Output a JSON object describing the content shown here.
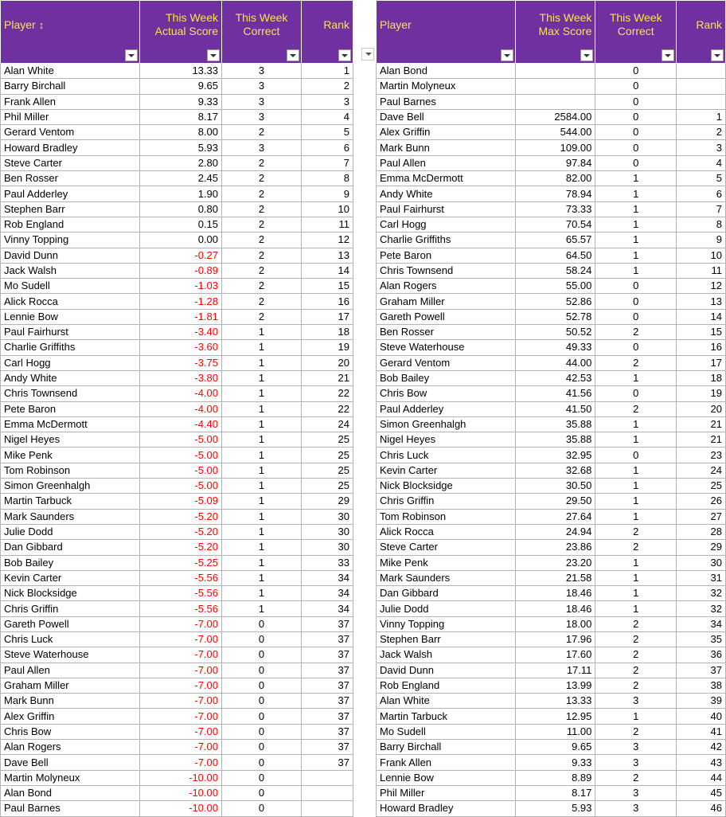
{
  "left_table": {
    "headers": [
      {
        "label": "Player",
        "sort_icon": "↕",
        "align": "l"
      },
      {
        "label": "This Week Actual Score",
        "align": "r"
      },
      {
        "label": "This Week Correct",
        "align": "c"
      },
      {
        "label": "Rank",
        "align": "r"
      }
    ],
    "rows": [
      [
        "Alan White",
        "13.33",
        "3",
        "1"
      ],
      [
        "Barry Birchall",
        "9.65",
        "3",
        "2"
      ],
      [
        "Frank Allen",
        "9.33",
        "3",
        "3"
      ],
      [
        "Phil Miller",
        "8.17",
        "3",
        "4"
      ],
      [
        "Gerard Ventom",
        "8.00",
        "2",
        "5"
      ],
      [
        "Howard Bradley",
        "5.93",
        "3",
        "6"
      ],
      [
        "Steve Carter",
        "2.80",
        "2",
        "7"
      ],
      [
        "Ben Rosser",
        "2.45",
        "2",
        "8"
      ],
      [
        "Paul Adderley",
        "1.90",
        "2",
        "9"
      ],
      [
        "Stephen Barr",
        "0.80",
        "2",
        "10"
      ],
      [
        "Rob England",
        "0.15",
        "2",
        "11"
      ],
      [
        "Vinny Topping",
        "0.00",
        "2",
        "12"
      ],
      [
        "David Dunn",
        "-0.27",
        "2",
        "13"
      ],
      [
        "Jack Walsh",
        "-0.89",
        "2",
        "14"
      ],
      [
        "Mo Sudell",
        "-1.03",
        "2",
        "15"
      ],
      [
        "Alick Rocca",
        "-1.28",
        "2",
        "16"
      ],
      [
        "Lennie Bow",
        "-1.81",
        "2",
        "17"
      ],
      [
        "Paul Fairhurst",
        "-3.40",
        "1",
        "18"
      ],
      [
        "Charlie Griffiths",
        "-3.60",
        "1",
        "19"
      ],
      [
        "Carl Hogg",
        "-3.75",
        "1",
        "20"
      ],
      [
        "Andy White",
        "-3.80",
        "1",
        "21"
      ],
      [
        "Chris Townsend",
        "-4.00",
        "1",
        "22"
      ],
      [
        "Pete Baron",
        "-4.00",
        "1",
        "22"
      ],
      [
        "Emma McDermott",
        "-4.40",
        "1",
        "24"
      ],
      [
        "Nigel Heyes",
        "-5.00",
        "1",
        "25"
      ],
      [
        "Mike Penk",
        "-5.00",
        "1",
        "25"
      ],
      [
        "Tom Robinson",
        "-5.00",
        "1",
        "25"
      ],
      [
        "Simon Greenhalgh",
        "-5.00",
        "1",
        "25"
      ],
      [
        "Martin Tarbuck",
        "-5.09",
        "1",
        "29"
      ],
      [
        "Mark Saunders",
        "-5.20",
        "1",
        "30"
      ],
      [
        "Julie Dodd",
        "-5.20",
        "1",
        "30"
      ],
      [
        "Dan Gibbard",
        "-5.20",
        "1",
        "30"
      ],
      [
        "Bob Bailey",
        "-5.25",
        "1",
        "33"
      ],
      [
        "Kevin Carter",
        "-5.56",
        "1",
        "34"
      ],
      [
        "Nick Blocksidge",
        "-5.56",
        "1",
        "34"
      ],
      [
        "Chris Griffin",
        "-5.56",
        "1",
        "34"
      ],
      [
        "Gareth Powell",
        "-7.00",
        "0",
        "37"
      ],
      [
        "Chris Luck",
        "-7.00",
        "0",
        "37"
      ],
      [
        "Steve Waterhouse",
        "-7.00",
        "0",
        "37"
      ],
      [
        "Paul Allen",
        "-7.00",
        "0",
        "37"
      ],
      [
        "Graham Miller",
        "-7.00",
        "0",
        "37"
      ],
      [
        "Mark Bunn",
        "-7.00",
        "0",
        "37"
      ],
      [
        "Alex Griffin",
        "-7.00",
        "0",
        "37"
      ],
      [
        "Chris Bow",
        "-7.00",
        "0",
        "37"
      ],
      [
        "Alan Rogers",
        "-7.00",
        "0",
        "37"
      ],
      [
        "Dave Bell",
        "-7.00",
        "0",
        "37"
      ],
      [
        "Martin Molyneux",
        "-10.00",
        "0",
        ""
      ],
      [
        "Alan Bond",
        "-10.00",
        "0",
        ""
      ],
      [
        "Paul Barnes",
        "-10.00",
        "0",
        ""
      ]
    ]
  },
  "right_table": {
    "headers": [
      {
        "label": "Player",
        "align": "l"
      },
      {
        "label": "This Week Max Score",
        "align": "r"
      },
      {
        "label": "This Week Correct",
        "align": "c"
      },
      {
        "label": "Rank",
        "align": "r"
      }
    ],
    "rows": [
      [
        "Alan Bond",
        "",
        "0",
        ""
      ],
      [
        "Martin Molyneux",
        "",
        "0",
        ""
      ],
      [
        "Paul Barnes",
        "",
        "0",
        ""
      ],
      [
        "Dave Bell",
        "2584.00",
        "0",
        "1"
      ],
      [
        "Alex Griffin",
        "544.00",
        "0",
        "2"
      ],
      [
        "Mark Bunn",
        "109.00",
        "0",
        "3"
      ],
      [
        "Paul Allen",
        "97.84",
        "0",
        "4"
      ],
      [
        "Emma McDermott",
        "82.00",
        "1",
        "5"
      ],
      [
        "Andy White",
        "78.94",
        "1",
        "6"
      ],
      [
        "Paul Fairhurst",
        "73.33",
        "1",
        "7"
      ],
      [
        "Carl Hogg",
        "70.54",
        "1",
        "8"
      ],
      [
        "Charlie Griffiths",
        "65.57",
        "1",
        "9"
      ],
      [
        "Pete Baron",
        "64.50",
        "1",
        "10"
      ],
      [
        "Chris Townsend",
        "58.24",
        "1",
        "11"
      ],
      [
        "Alan Rogers",
        "55.00",
        "0",
        "12"
      ],
      [
        "Graham Miller",
        "52.86",
        "0",
        "13"
      ],
      [
        "Gareth Powell",
        "52.78",
        "0",
        "14"
      ],
      [
        "Ben Rosser",
        "50.52",
        "2",
        "15"
      ],
      [
        "Steve Waterhouse",
        "49.33",
        "0",
        "16"
      ],
      [
        "Gerard Ventom",
        "44.00",
        "2",
        "17"
      ],
      [
        "Bob Bailey",
        "42.53",
        "1",
        "18"
      ],
      [
        "Chris Bow",
        "41.56",
        "0",
        "19"
      ],
      [
        "Paul Adderley",
        "41.50",
        "2",
        "20"
      ],
      [
        "Simon Greenhalgh",
        "35.88",
        "1",
        "21"
      ],
      [
        "Nigel Heyes",
        "35.88",
        "1",
        "21"
      ],
      [
        "Chris Luck",
        "32.95",
        "0",
        "23"
      ],
      [
        "Kevin Carter",
        "32.68",
        "1",
        "24"
      ],
      [
        "Nick Blocksidge",
        "30.50",
        "1",
        "25"
      ],
      [
        "Chris Griffin",
        "29.50",
        "1",
        "26"
      ],
      [
        "Tom Robinson",
        "27.64",
        "1",
        "27"
      ],
      [
        "Alick Rocca",
        "24.94",
        "2",
        "28"
      ],
      [
        "Steve Carter",
        "23.86",
        "2",
        "29"
      ],
      [
        "Mike Penk",
        "23.20",
        "1",
        "30"
      ],
      [
        "Mark Saunders",
        "21.58",
        "1",
        "31"
      ],
      [
        "Dan Gibbard",
        "18.46",
        "1",
        "32"
      ],
      [
        "Julie Dodd",
        "18.46",
        "1",
        "32"
      ],
      [
        "Vinny Topping",
        "18.00",
        "2",
        "34"
      ],
      [
        "Stephen Barr",
        "17.96",
        "2",
        "35"
      ],
      [
        "Jack Walsh",
        "17.60",
        "2",
        "36"
      ],
      [
        "David Dunn",
        "17.11",
        "2",
        "37"
      ],
      [
        "Rob England",
        "13.99",
        "2",
        "38"
      ],
      [
        "Alan White",
        "13.33",
        "3",
        "39"
      ],
      [
        "Martin Tarbuck",
        "12.95",
        "1",
        "40"
      ],
      [
        "Mo Sudell",
        "11.00",
        "2",
        "41"
      ],
      [
        "Barry Birchall",
        "9.65",
        "3",
        "42"
      ],
      [
        "Frank Allen",
        "9.33",
        "3",
        "43"
      ],
      [
        "Lennie Bow",
        "8.89",
        "2",
        "44"
      ],
      [
        "Phil Miller",
        "8.17",
        "3",
        "45"
      ],
      [
        "Howard Bradley",
        "5.93",
        "3",
        "46"
      ]
    ]
  },
  "colors": {
    "header_bg": "#7030a0",
    "header_text": "#ffe14d",
    "negative_text": "#ff0000",
    "grid": "#b4b4b4"
  }
}
